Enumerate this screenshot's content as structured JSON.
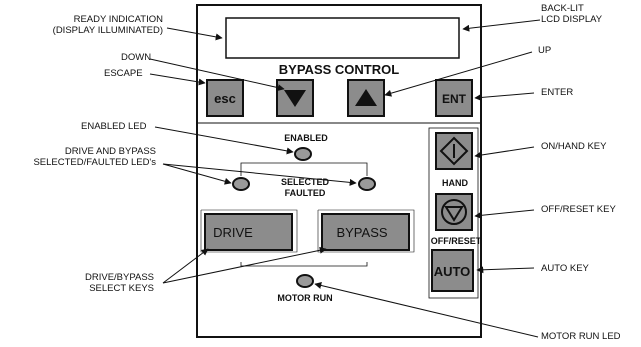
{
  "panel": {
    "title": "BYPASS CONTROL",
    "enabled_label": "ENABLED",
    "selected_label": "SELECTED",
    "faulted_label": "FAULTED",
    "motor_run_label": "MOTOR RUN",
    "hand_label": "HAND",
    "off_reset_label": "OFF/RESET"
  },
  "keys": {
    "esc": "esc",
    "ent": "ENT",
    "drive": "DRIVE",
    "bypass": "BYPASS",
    "auto": "AUTO"
  },
  "callouts": {
    "ready_indication_line1": "READY INDICATION",
    "ready_indication_line2": "(DISPLAY ILLUMINATED)",
    "down": "DOWN",
    "escape": "ESCAPE",
    "enabled_led": "ENABLED LED",
    "drive_bypass_leds_line1": "DRIVE AND BYPASS",
    "drive_bypass_leds_line2": "SELECTED/FAULTED LED's",
    "select_keys_line1": "DRIVE/BYPASS",
    "select_keys_line2": "SELECT KEYS",
    "back_lit_line1": "BACK-LIT",
    "back_lit_line2": "LCD DISPLAY",
    "up": "UP",
    "enter": "ENTER",
    "on_hand_key": "ON/HAND KEY",
    "off_reset_key": "OFF/RESET KEY",
    "auto_key": "AUTO KEY",
    "motor_run_led": "MOTOR RUN LED"
  },
  "colors": {
    "key_fill": "#8c8c8c",
    "led_fill": "#9a9a9a",
    "outline": "#111111"
  },
  "icons": {
    "down": "down-triangle-icon",
    "up": "up-triangle-icon",
    "hand": "diamond-start-icon",
    "off": "circle-stop-icon"
  }
}
